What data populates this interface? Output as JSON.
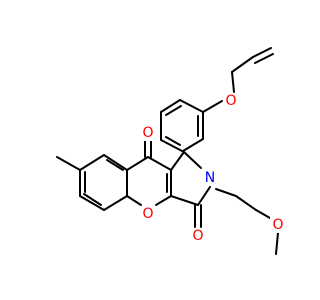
{
  "structure": {
    "atoms": [
      {
        "id": "O_top",
        "label": "O",
        "color": "#ff0000"
      },
      {
        "id": "O_ring",
        "label": "O",
        "color": "#ff0000"
      },
      {
        "id": "O_lactam",
        "label": "O",
        "color": "#ff0000"
      },
      {
        "id": "N",
        "label": "N",
        "color": "#0000ff"
      },
      {
        "id": "O_methoxy",
        "label": "O",
        "color": "#ff0000"
      },
      {
        "id": "O_allyloxy",
        "label": "O",
        "color": "#ff0000"
      }
    ]
  }
}
